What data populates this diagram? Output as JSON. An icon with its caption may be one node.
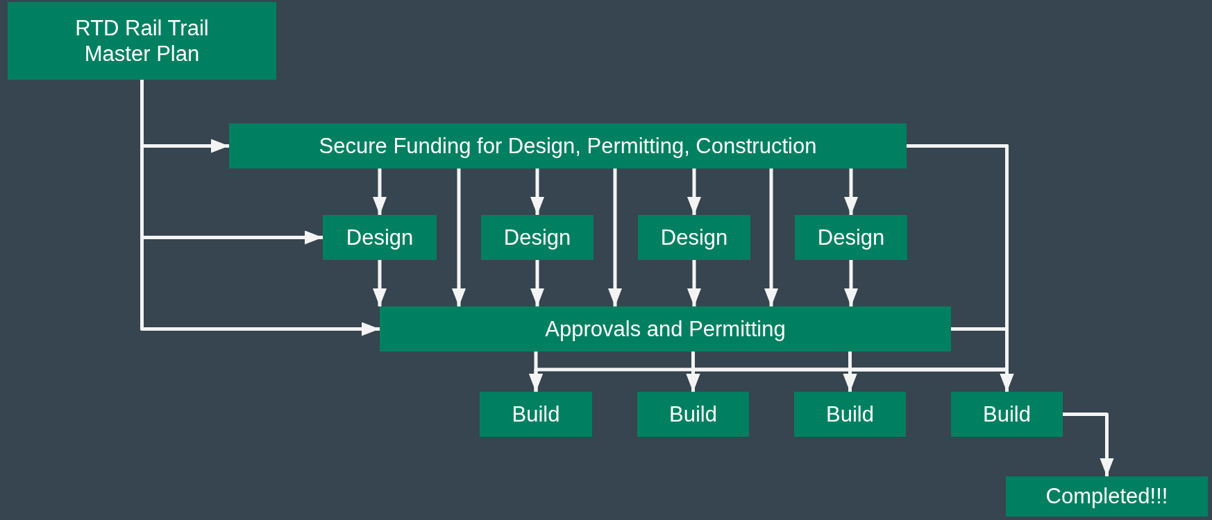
{
  "diagram": {
    "nodes": [
      {
        "text": [
          "RTD Rail Trail Master Plan"
        ]
      },
      {
        "text": [
          "Secure Funding for Design, Permitting, Construction"
        ]
      },
      {
        "text": [
          "Design"
        ]
      },
      {
        "text": [
          "Design"
        ]
      },
      {
        "text": [
          "Design"
        ]
      },
      {
        "text": [
          "Design"
        ]
      },
      {
        "text": [
          "Approvals and Permitting"
        ]
      },
      {
        "text": [
          "Build"
        ]
      },
      {
        "text": [
          "Build"
        ]
      },
      {
        "text": [
          "Build"
        ]
      },
      {
        "text": [
          "Build"
        ]
      },
      {
        "text": [
          "Completed!!!"
        ]
      }
    ],
    "edges": [
      {
        "from": 0,
        "to": 1,
        "arrow": "to"
      },
      {
        "from": 0,
        "to": 2,
        "arrow": "to"
      },
      {
        "from": 0,
        "to": 6,
        "arrow": "to"
      },
      {
        "from": 1,
        "to": 2,
        "arrow": "to"
      },
      {
        "from": 1,
        "to": 3,
        "arrow": "to"
      },
      {
        "from": 1,
        "to": 4,
        "arrow": "to"
      },
      {
        "from": 1,
        "to": 5,
        "arrow": "to"
      },
      {
        "from": 1,
        "to": 6,
        "arrow": "to"
      },
      {
        "from": 1,
        "to": 6,
        "arrow": "to"
      },
      {
        "from": 1,
        "to": 6,
        "arrow": "to"
      },
      {
        "from": 2,
        "to": 6,
        "arrow": "to"
      },
      {
        "from": 3,
        "to": 6,
        "arrow": "to"
      },
      {
        "from": 4,
        "to": 6,
        "arrow": "to"
      },
      {
        "from": 5,
        "to": 6,
        "arrow": "to"
      },
      {
        "from": 6,
        "to": 7,
        "arrow": "to"
      },
      {
        "from": 6,
        "to": 8,
        "arrow": "to"
      },
      {
        "from": 6,
        "to": 9,
        "arrow": "to"
      },
      {
        "from": 6,
        "to": 10,
        "arrow": "to"
      },
      {
        "from": 1,
        "to": 10,
        "arrow": "to"
      },
      {
        "from": 1,
        "to": 7,
        "arrow": "to"
      },
      {
        "from": 1,
        "to": 8,
        "arrow": "to"
      },
      {
        "from": 1,
        "to": 9,
        "arrow": "to"
      },
      {
        "from": 10,
        "to": 11,
        "arrow": "to"
      }
    ]
  }
}
